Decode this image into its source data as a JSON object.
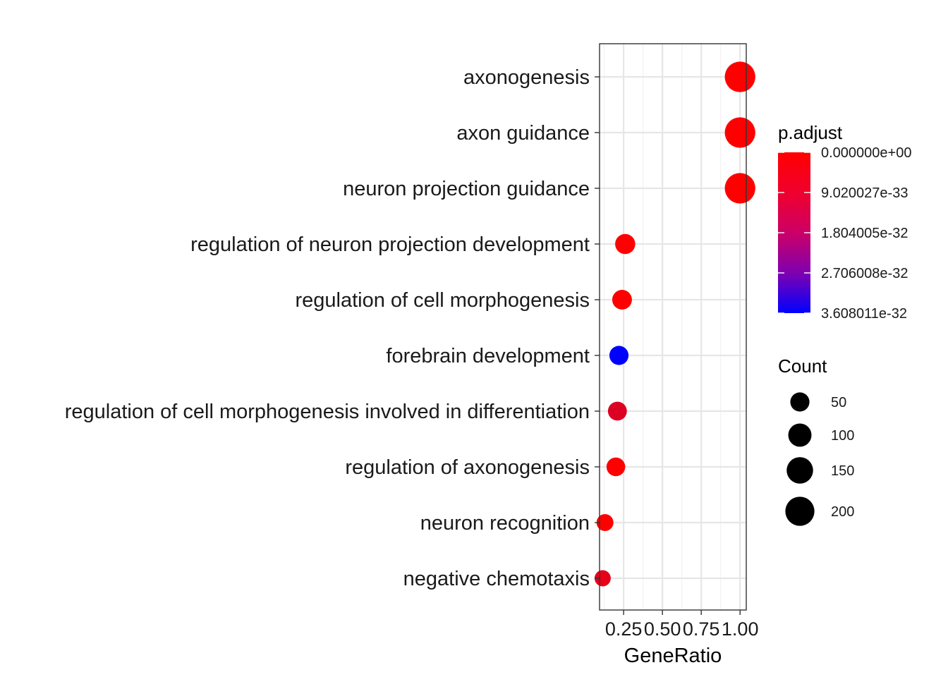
{
  "chart_data": {
    "type": "scatter",
    "title": "",
    "xlabel": "GeneRatio",
    "ylabel": "",
    "xticks": [
      0.25,
      0.5,
      0.75,
      1.0
    ],
    "xtick_labels": [
      "0.25",
      "0.50",
      "0.75",
      "1.00"
    ],
    "xlim": [
      0.095,
      1.04
    ],
    "grid": true,
    "categories": [
      "axonogenesis",
      "axon guidance",
      "neuron projection guidance",
      "regulation of neuron projection development",
      "regulation of cell morphogenesis",
      "forebrain development",
      "regulation of cell morphogenesis involved in differentiation",
      "regulation of axonogenesis",
      "neuron recognition",
      "negative chemotaxis"
    ],
    "points": [
      {
        "category": "axonogenesis",
        "gene_ratio": 1.0,
        "count": 230,
        "p_adjust": 0.0
      },
      {
        "category": "axon guidance",
        "gene_ratio": 1.0,
        "count": 230,
        "p_adjust": 0.0
      },
      {
        "category": "neuron projection guidance",
        "gene_ratio": 1.0,
        "count": 230,
        "p_adjust": 0.0
      },
      {
        "category": "regulation of neuron projection development",
        "gene_ratio": 0.26,
        "count": 60,
        "p_adjust": 0.0
      },
      {
        "category": "regulation of cell morphogenesis",
        "gene_ratio": 0.24,
        "count": 56,
        "p_adjust": 0.0
      },
      {
        "category": "forebrain development",
        "gene_ratio": 0.22,
        "count": 50,
        "p_adjust": 3.608011e-32
      },
      {
        "category": "regulation of cell morphogenesis involved in differentiation",
        "gene_ratio": 0.21,
        "count": 48,
        "p_adjust": 5e-33
      },
      {
        "category": "regulation of axonogenesis",
        "gene_ratio": 0.2,
        "count": 46,
        "p_adjust": 0.0
      },
      {
        "category": "neuron recognition",
        "gene_ratio": 0.13,
        "count": 30,
        "p_adjust": 0.0
      },
      {
        "category": "negative chemotaxis",
        "gene_ratio": 0.115,
        "count": 25,
        "p_adjust": 3.5e-33
      }
    ],
    "color_legend": {
      "title": "p.adjust",
      "labels": [
        "0.000000e+00",
        "9.020027e-33",
        "1.804005e-32",
        "2.706008e-32",
        "3.608011e-32"
      ],
      "min": 0.0,
      "max": 3.608011e-32,
      "low_color": "#ff0000",
      "high_color": "#0000ff"
    },
    "size_legend": {
      "title": "Count",
      "values": [
        50,
        100,
        150,
        200
      ],
      "labels": [
        "50",
        "100",
        "150",
        "200"
      ]
    },
    "legend_position": "right"
  }
}
